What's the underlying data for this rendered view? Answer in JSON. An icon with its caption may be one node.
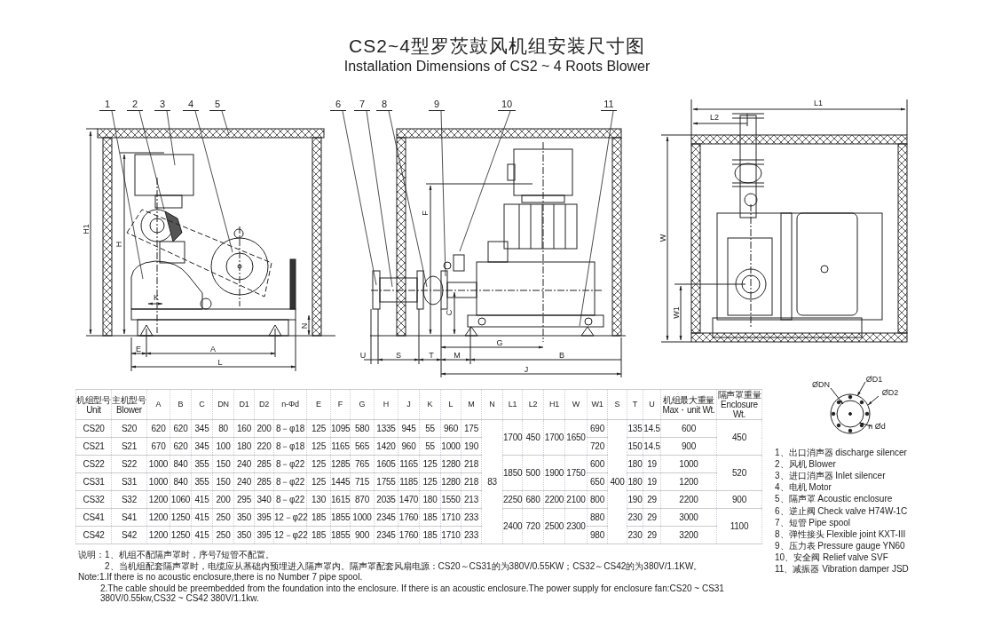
{
  "diagram": {
    "title": "CS2~4型罗茨鼓风机组安装尺寸图",
    "nodes": [
      {
        "text": [
          "1"
        ]
      },
      {
        "text": [
          "2"
        ]
      },
      {
        "text": [
          "3"
        ]
      },
      {
        "text": [
          "4"
        ]
      },
      {
        "text": [
          "5"
        ]
      },
      {
        "text": [
          "6"
        ]
      },
      {
        "text": [
          "7"
        ]
      },
      {
        "text": [
          "8"
        ]
      },
      {
        "text": [
          "9"
        ]
      },
      {
        "text": [
          "10"
        ]
      },
      {
        "text": [
          "11"
        ]
      }
    ],
    "edges": [
      {
        "from": 0,
        "to": null,
        "arrow": "none"
      },
      {
        "from": 1,
        "to": null,
        "arrow": "none"
      },
      {
        "from": 2,
        "to": null,
        "arrow": "none"
      },
      {
        "from": 3,
        "to": null,
        "arrow": "none"
      },
      {
        "from": 4,
        "to": null,
        "arrow": "none"
      },
      {
        "from": 5,
        "to": null,
        "arrow": "none"
      },
      {
        "from": 6,
        "to": null,
        "arrow": "none"
      },
      {
        "from": 7,
        "to": null,
        "arrow": "none"
      },
      {
        "from": 8,
        "to": null,
        "arrow": "none"
      },
      {
        "from": 9,
        "to": null,
        "arrow": "none"
      },
      {
        "from": 10,
        "to": null,
        "arrow": "none"
      }
    ],
    "labels": [
      "Installation Dimensions of CS2 ~ 4 Roots Blower",
      "L1",
      "L2",
      "H1",
      "H",
      "F",
      "W",
      "K",
      "C",
      "W1",
      "N",
      "G",
      "E",
      "A",
      "U",
      "S",
      "T",
      "M",
      "B",
      "L",
      "J",
      "ØD1",
      "ØDN",
      "ØD2",
      "n Ød",
      "机组型号 Unit",
      "主机型号 Blower",
      "A",
      "B",
      "C",
      "DN",
      "D1",
      "D2",
      "n-Φd",
      "E",
      "F",
      "G",
      "H",
      "J",
      "K",
      "L",
      "M",
      "N",
      "L1",
      "L2",
      "H1",
      "W",
      "W1",
      "S",
      "T",
      "U",
      "机组最大重量 Max・unit Wt.",
      "隔声罩重量 Enclosure Wt.",
      "CS20",
      "S20",
      "620",
      "620",
      "345",
      "80",
      "160",
      "200",
      "8－φ18",
      "125",
      "1095",
      "580",
      "1335",
      "945",
      "55",
      "960",
      "175",
      "83",
      "1700",
      "450",
      "1700",
      "1650",
      "690",
      "400",
      "135",
      "14.5",
      "600",
      "450",
      "CS21",
      "S21",
      "670",
      "620",
      "345",
      "100",
      "180",
      "220",
      "8－φ18",
      "125",
      "1165",
      "565",
      "1420",
      "960",
      "55",
      "1000",
      "190",
      "720",
      "150",
      "14.5",
      "900",
      "CS22",
      "S22",
      "1000",
      "840",
      "355",
      "150",
      "240",
      "285",
      "8－φ22",
      "125",
      "1285",
      "765",
      "1605",
      "1165",
      "125",
      "1280",
      "218",
      "1850",
      "500",
      "1900",
      "1750",
      "600",
      "180",
      "19",
      "1000",
      "520",
      "CS31",
      "S31",
      "1000",
      "840",
      "355",
      "150",
      "240",
      "285",
      "8－φ22",
      "125",
      "1445",
      "715",
      "1755",
      "1185",
      "125",
      "1280",
      "218",
      "650",
      "180",
      "19",
      "1200",
      "CS32",
      "S32",
      "1200",
      "1060",
      "415",
      "200",
      "295",
      "340",
      "8－φ22",
      "130",
      "1615",
      "870",
      "2035",
      "1470",
      "180",
      "1550",
      "213",
      "2250",
      "680",
      "2200",
      "2100",
      "800",
      "190",
      "29",
      "2200",
      "900",
      "CS41",
      "S41",
      "1200",
      "1250",
      "415",
      "250",
      "350",
      "395",
      "12－φ22",
      "185",
      "1855",
      "1000",
      "2345",
      "1760",
      "185",
      "1710",
      "233",
      "2400",
      "720",
      "2500",
      "2300",
      "880",
      "230",
      "29",
      "3000",
      "1100",
      "CS42",
      "S42",
      "1200",
      "1250",
      "415",
      "250",
      "350",
      "395",
      "12－φ22",
      "185",
      "1855",
      "900",
      "2345",
      "1760",
      "185",
      "1710",
      "233",
      "980",
      "230",
      "29",
      "3200",
      "1、出口消声器 discharge silencer",
      "2、风机 Blower",
      "3、进口消声器 Inlet silencer",
      "4、电机 Motor",
      "5、隔声罩 Acoustic enclosure",
      "6、逆止阀 Check valve H74W-1C",
      "7、短管 Pipe spool",
      "8、弹性接头 Flexible joint KXT-III",
      "9、压力表 Pressure gauge YN60",
      "10、安全阀 Relief valve SVF",
      "11、减振器 Vibration damper JSD",
      "说明：1、机组不配隔声罩时，序号7短管不配置。",
      "2、当机组配套隔声罩时，电缆应从基础内预埋进入隔声罩内。隔声罩配套风扇电源：CS20～CS31的为380V/0.55KW；CS32～CS42的为380V/1.1KW。",
      "Note:1.If there is no acoustic enclosure,there is no Number 7 pipe spool.",
      "2.The cable should be preembedded from the foundation into the enclosure. If there is an acoustic enclosure.The power supply for enclosure fan:CS20 ~ CS31 380V/0.55kw,CS32 ~ CS42 380V/1.1kw."
    ]
  }
}
